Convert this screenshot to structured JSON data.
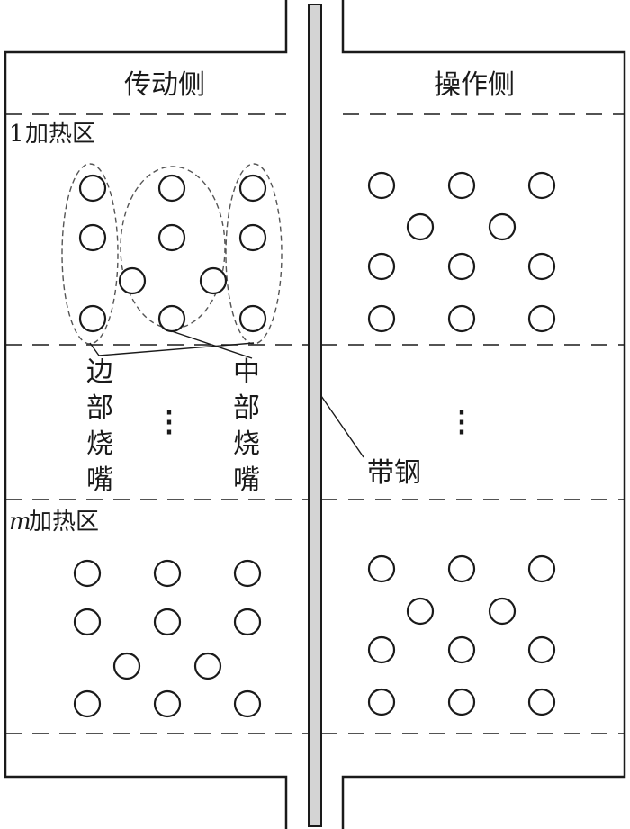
{
  "labels": {
    "left_side": "传动侧",
    "right_side": "操作侧",
    "zone1_num": "1",
    "zone1": "加热区",
    "zonem_num": "m",
    "zonem": "加热区",
    "edge_burner": [
      "边",
      "部",
      "烧",
      "嘴"
    ],
    "mid_burner": [
      "中",
      "部",
      "烧",
      "嘴"
    ],
    "strip": "带钢",
    "ellipsis": "⋮"
  },
  "colors": {
    "line": "#1a1a1a",
    "strip_fill": "#d4d4d4",
    "dashed": "#1a1a1a",
    "group_outline": "#555555"
  }
}
